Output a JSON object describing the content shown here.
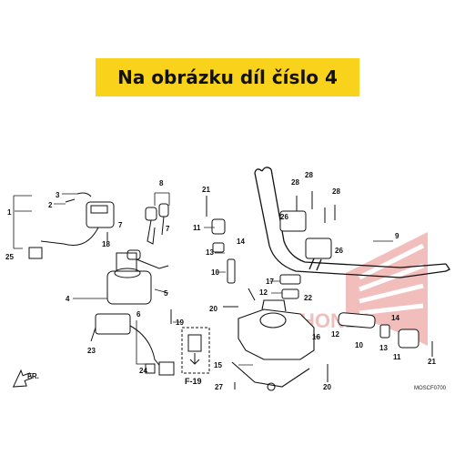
{
  "banner": {
    "text": "Na obrázku díl číslo 4",
    "color": "#f8d21b"
  },
  "diagram": {
    "watermark": "HONDA",
    "front_marker": "FR.",
    "ref_label": "F-19",
    "code": "MOSCF0700",
    "labels": {
      "l1": "1",
      "l2": "2",
      "l3": "3",
      "l4": "4",
      "l5": "5",
      "l6": "6",
      "l7a": "7",
      "l7b": "7",
      "l8": "8",
      "l9": "9",
      "l10": "10",
      "l10b": "10",
      "l11": "11",
      "l11b": "11",
      "l12": "12",
      "l12b": "12",
      "l13": "13",
      "l13b": "13",
      "l14": "14",
      "l14b": "14",
      "l15": "15",
      "l16": "16",
      "l17": "17",
      "l18": "18",
      "l19": "19",
      "l20": "20",
      "l20b": "20",
      "l21": "21",
      "l21b": "21",
      "l22": "22",
      "l23": "23",
      "l24": "24",
      "l25": "25",
      "l26": "26",
      "l26b": "26",
      "l27": "27",
      "l28a": "28",
      "l28b": "28",
      "l28c": "28"
    }
  }
}
